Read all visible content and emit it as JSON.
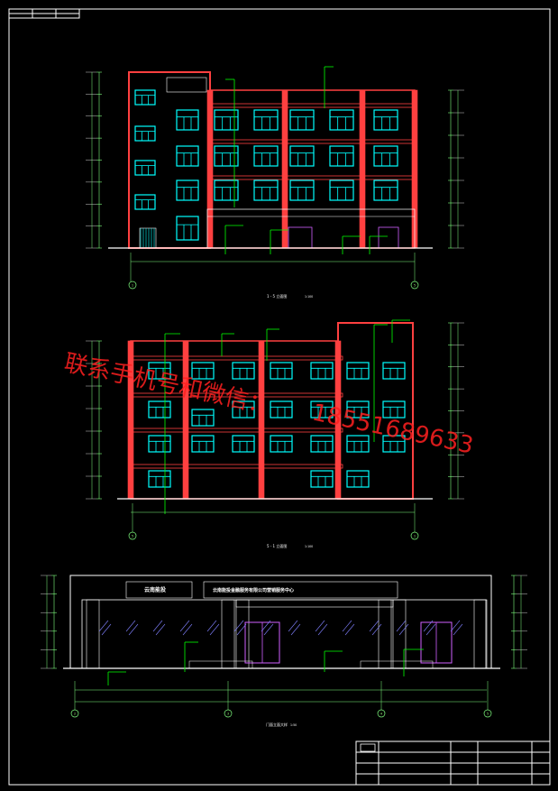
{
  "watermark": {
    "line1": "联系手机号和微信：",
    "line2": "18551689633"
  },
  "drawings": [
    {
      "caption": "1 - 5 立面图",
      "scale": "1:100"
    },
    {
      "caption": "5 - 1 立面图",
      "scale": "1:100"
    },
    {
      "caption": "门面立面大样",
      "scale": "1:50"
    }
  ],
  "signage": {
    "left": "云南能投",
    "right": "云南能投金融服务有限公司营销服务中心"
  },
  "axis_labels": {
    "a": "1",
    "b": "5",
    "c": "2",
    "d": "3",
    "e": "4"
  },
  "colors": {
    "background": "#000000",
    "wall": "#ff4040",
    "window": "#00ffff",
    "leader": "#00ff00",
    "door_glass": "#d060ff",
    "dimension": "#80ff80",
    "frame": "#ffffff",
    "watermark": "#ff2020"
  }
}
